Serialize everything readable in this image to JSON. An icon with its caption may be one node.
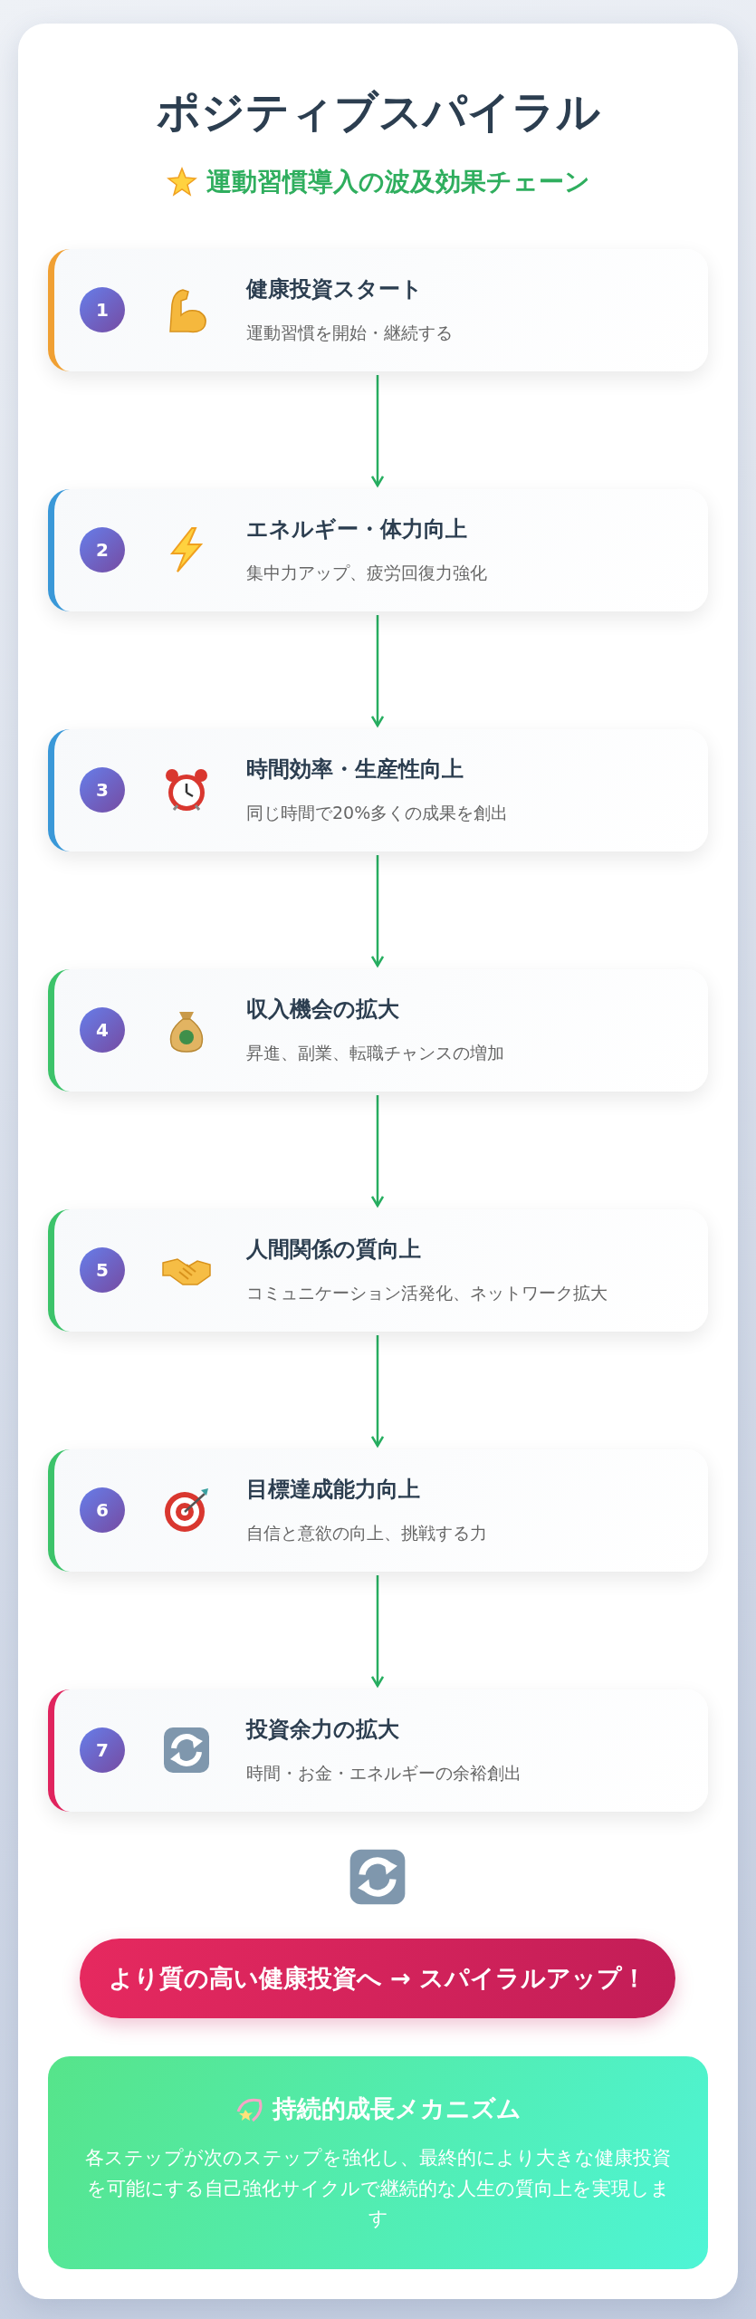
{
  "diagram": {
    "title": "ポジティブスパイラル",
    "caption": "運動習慣導入の波及効果チェーン",
    "nodes": [
      {
        "text": [
          "1",
          "健康投資スタート",
          "運動習慣を開始・継続する"
        ]
      },
      {
        "text": [
          "2",
          "エネルギー・体力向上",
          "集中力アップ、疲労回復力強化"
        ]
      },
      {
        "text": [
          "3",
          "時間効率・生産性向上",
          "同じ時間で20%多くの成果を創出"
        ]
      },
      {
        "text": [
          "4",
          "収入機会の拡大",
          "昇進、副業、転職チャンスの増加"
        ]
      },
      {
        "text": [
          "5",
          "人間関係の質向上",
          "コミュニケーション活発化、ネットワーク拡大"
        ]
      },
      {
        "text": [
          "6",
          "目標達成能力向上",
          "自信と意欲の向上、挑戦する力"
        ]
      },
      {
        "text": [
          "7",
          "投資余力の拡大",
          "時間・お金・エネルギーの余裕創出"
        ]
      },
      {
        "text": [
          "より質の高い健康投資へ → スパイラルアップ！"
        ]
      },
      {
        "text": [
          "持続的成長メカニズム",
          "各ステップが次のステップを強化し、最終的により大きな健康投資を可能にする自己強化サイクルで継続的な人生の質向上を実現します"
        ]
      }
    ],
    "edges": [
      {
        "from": 0,
        "to": 1,
        "arrow": "to"
      },
      {
        "from": 1,
        "to": 2,
        "arrow": "to"
      },
      {
        "from": 2,
        "to": 3,
        "arrow": "to"
      },
      {
        "from": 3,
        "to": 4,
        "arrow": "to"
      },
      {
        "from": 4,
        "to": 5,
        "arrow": "to"
      },
      {
        "from": 5,
        "to": 6,
        "arrow": "to"
      }
    ]
  }
}
